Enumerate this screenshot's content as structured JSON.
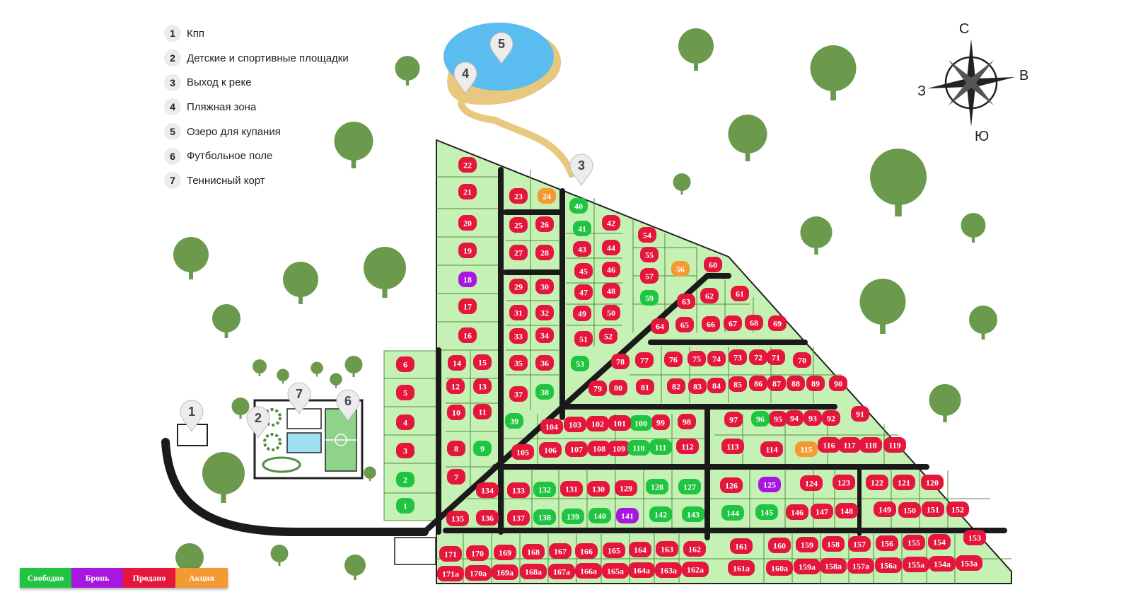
{
  "legend": [
    {
      "num": "1",
      "text": "Кпп"
    },
    {
      "num": "2",
      "text": "Детские и спортивные площадки"
    },
    {
      "num": "3",
      "text": "Выход к реке"
    },
    {
      "num": "4",
      "text": "Пляжная зона"
    },
    {
      "num": "5",
      "text": "Озеро для купания"
    },
    {
      "num": "6",
      "text": "Футбольное поле"
    },
    {
      "num": "7",
      "text": "Теннисный корт"
    }
  ],
  "compass": {
    "n": "С",
    "e": "В",
    "s": "Ю",
    "w": "З"
  },
  "status_bar": {
    "free": {
      "label": "Свободно",
      "color": "#1fc441"
    },
    "reserved": {
      "label": "Бронь",
      "color": "#a916e0"
    },
    "sold": {
      "label": "Продано",
      "color": "#e4163c"
    },
    "promo": {
      "label": "Акция",
      "color": "#f49a32"
    }
  },
  "colors": {
    "plot_fill": "#c6f1b4",
    "plot_border": "#4f8f40",
    "road": "#1a1a1a",
    "lake": "#5bbcf0",
    "beach": "#e8c77e",
    "tree": "#6b9a4c"
  },
  "plots": [
    {
      "id": "22",
      "status": "sold"
    },
    {
      "id": "21",
      "status": "sold"
    },
    {
      "id": "20",
      "status": "sold"
    },
    {
      "id": "19",
      "status": "sold"
    },
    {
      "id": "18",
      "status": "reserved"
    },
    {
      "id": "17",
      "status": "sold"
    },
    {
      "id": "16",
      "status": "sold"
    },
    {
      "id": "14",
      "status": "sold"
    },
    {
      "id": "15",
      "status": "sold"
    },
    {
      "id": "12",
      "status": "sold"
    },
    {
      "id": "13",
      "status": "sold"
    },
    {
      "id": "10",
      "status": "sold"
    },
    {
      "id": "11",
      "status": "sold"
    },
    {
      "id": "8",
      "status": "sold"
    },
    {
      "id": "9",
      "status": "free"
    },
    {
      "id": "7",
      "status": "sold"
    },
    {
      "id": "6",
      "status": "sold"
    },
    {
      "id": "5",
      "status": "sold"
    },
    {
      "id": "4",
      "status": "sold"
    },
    {
      "id": "3",
      "status": "sold"
    },
    {
      "id": "2",
      "status": "free"
    },
    {
      "id": "1",
      "status": "free"
    },
    {
      "id": "23",
      "status": "sold"
    },
    {
      "id": "24",
      "status": "promo"
    },
    {
      "id": "25",
      "status": "sold"
    },
    {
      "id": "26",
      "status": "sold"
    },
    {
      "id": "27",
      "status": "sold"
    },
    {
      "id": "28",
      "status": "sold"
    },
    {
      "id": "29",
      "status": "sold"
    },
    {
      "id": "30",
      "status": "sold"
    },
    {
      "id": "31",
      "status": "sold"
    },
    {
      "id": "32",
      "status": "sold"
    },
    {
      "id": "33",
      "status": "sold"
    },
    {
      "id": "34",
      "status": "sold"
    },
    {
      "id": "35",
      "status": "sold"
    },
    {
      "id": "36",
      "status": "sold"
    },
    {
      "id": "37",
      "status": "sold"
    },
    {
      "id": "38",
      "status": "free"
    },
    {
      "id": "39",
      "status": "free"
    },
    {
      "id": "40",
      "status": "free"
    },
    {
      "id": "41",
      "status": "free"
    },
    {
      "id": "42",
      "status": "sold"
    },
    {
      "id": "43",
      "status": "sold"
    },
    {
      "id": "44",
      "status": "sold"
    },
    {
      "id": "45",
      "status": "sold"
    },
    {
      "id": "46",
      "status": "sold"
    },
    {
      "id": "47",
      "status": "sold"
    },
    {
      "id": "48",
      "status": "sold"
    },
    {
      "id": "49",
      "status": "sold"
    },
    {
      "id": "50",
      "status": "sold"
    },
    {
      "id": "51",
      "status": "sold"
    },
    {
      "id": "52",
      "status": "sold"
    },
    {
      "id": "53",
      "status": "free"
    },
    {
      "id": "54",
      "status": "sold"
    },
    {
      "id": "55",
      "status": "sold"
    },
    {
      "id": "56",
      "status": "promo"
    },
    {
      "id": "57",
      "status": "sold"
    },
    {
      "id": "59",
      "status": "free"
    },
    {
      "id": "60",
      "status": "sold"
    },
    {
      "id": "61",
      "status": "sold"
    },
    {
      "id": "62",
      "status": "sold"
    },
    {
      "id": "63",
      "status": "sold"
    },
    {
      "id": "64",
      "status": "sold"
    },
    {
      "id": "65",
      "status": "sold"
    },
    {
      "id": "66",
      "status": "sold"
    },
    {
      "id": "67",
      "status": "sold"
    },
    {
      "id": "68",
      "status": "sold"
    },
    {
      "id": "69",
      "status": "sold"
    },
    {
      "id": "70",
      "status": "sold"
    },
    {
      "id": "71",
      "status": "sold"
    },
    {
      "id": "72",
      "status": "sold"
    },
    {
      "id": "73",
      "status": "sold"
    },
    {
      "id": "74",
      "status": "sold"
    },
    {
      "id": "75",
      "status": "sold"
    },
    {
      "id": "76",
      "status": "sold"
    },
    {
      "id": "77",
      "status": "sold"
    },
    {
      "id": "78",
      "status": "sold"
    },
    {
      "id": "79",
      "status": "sold"
    },
    {
      "id": "80",
      "status": "sold"
    },
    {
      "id": "81",
      "status": "sold"
    },
    {
      "id": "82",
      "status": "sold"
    },
    {
      "id": "83",
      "status": "sold"
    },
    {
      "id": "84",
      "status": "sold"
    },
    {
      "id": "85",
      "status": "sold"
    },
    {
      "id": "86",
      "status": "sold"
    },
    {
      "id": "87",
      "status": "sold"
    },
    {
      "id": "88",
      "status": "sold"
    },
    {
      "id": "89",
      "status": "sold"
    },
    {
      "id": "90",
      "status": "sold"
    },
    {
      "id": "91",
      "status": "sold"
    },
    {
      "id": "92",
      "status": "sold"
    },
    {
      "id": "93",
      "status": "sold"
    },
    {
      "id": "94",
      "status": "sold"
    },
    {
      "id": "95",
      "status": "sold"
    },
    {
      "id": "96",
      "status": "free"
    },
    {
      "id": "97",
      "status": "sold"
    },
    {
      "id": "98",
      "status": "sold"
    },
    {
      "id": "99",
      "status": "sold"
    },
    {
      "id": "100",
      "status": "free"
    },
    {
      "id": "101",
      "status": "sold"
    },
    {
      "id": "102",
      "status": "sold"
    },
    {
      "id": "103",
      "status": "sold"
    },
    {
      "id": "104",
      "status": "sold"
    },
    {
      "id": "105",
      "status": "sold"
    },
    {
      "id": "106",
      "status": "sold"
    },
    {
      "id": "107",
      "status": "sold"
    },
    {
      "id": "108",
      "status": "sold"
    },
    {
      "id": "109",
      "status": "sold"
    },
    {
      "id": "110",
      "status": "free"
    },
    {
      "id": "111",
      "status": "free"
    },
    {
      "id": "112",
      "status": "sold"
    },
    {
      "id": "113",
      "status": "sold"
    },
    {
      "id": "114",
      "status": "sold"
    },
    {
      "id": "115",
      "status": "promo"
    },
    {
      "id": "116",
      "status": "sold"
    },
    {
      "id": "117",
      "status": "sold"
    },
    {
      "id": "118",
      "status": "sold"
    },
    {
      "id": "119",
      "status": "sold"
    },
    {
      "id": "120",
      "status": "sold"
    },
    {
      "id": "121",
      "status": "sold"
    },
    {
      "id": "122",
      "status": "sold"
    },
    {
      "id": "123",
      "status": "sold"
    },
    {
      "id": "124",
      "status": "sold"
    },
    {
      "id": "125",
      "status": "reserved"
    },
    {
      "id": "126",
      "status": "sold"
    },
    {
      "id": "127",
      "status": "free"
    },
    {
      "id": "128",
      "status": "free"
    },
    {
      "id": "129",
      "status": "sold"
    },
    {
      "id": "130",
      "status": "sold"
    },
    {
      "id": "131",
      "status": "sold"
    },
    {
      "id": "132",
      "status": "free"
    },
    {
      "id": "133",
      "status": "sold"
    },
    {
      "id": "134",
      "status": "sold"
    },
    {
      "id": "135",
      "status": "sold"
    },
    {
      "id": "136",
      "status": "sold"
    },
    {
      "id": "137",
      "status": "sold"
    },
    {
      "id": "138",
      "status": "free"
    },
    {
      "id": "139",
      "status": "free"
    },
    {
      "id": "140",
      "status": "free"
    },
    {
      "id": "141",
      "status": "reserved"
    },
    {
      "id": "142",
      "status": "free"
    },
    {
      "id": "143",
      "status": "free"
    },
    {
      "id": "144",
      "status": "free"
    },
    {
      "id": "145",
      "status": "free"
    },
    {
      "id": "146",
      "status": "sold"
    },
    {
      "id": "147",
      "status": "sold"
    },
    {
      "id": "148",
      "status": "sold"
    },
    {
      "id": "149",
      "status": "sold"
    },
    {
      "id": "150",
      "status": "sold"
    },
    {
      "id": "151",
      "status": "sold"
    },
    {
      "id": "152",
      "status": "sold"
    },
    {
      "id": "153",
      "status": "sold"
    },
    {
      "id": "154",
      "status": "sold"
    },
    {
      "id": "155",
      "status": "sold"
    },
    {
      "id": "156",
      "status": "sold"
    },
    {
      "id": "157",
      "status": "sold"
    },
    {
      "id": "158",
      "status": "sold"
    },
    {
      "id": "159",
      "status": "sold"
    },
    {
      "id": "160",
      "status": "sold"
    },
    {
      "id": "161",
      "status": "sold"
    },
    {
      "id": "162",
      "status": "sold"
    },
    {
      "id": "163",
      "status": "sold"
    },
    {
      "id": "164",
      "status": "sold"
    },
    {
      "id": "165",
      "status": "sold"
    },
    {
      "id": "166",
      "status": "sold"
    },
    {
      "id": "167",
      "status": "sold"
    },
    {
      "id": "168",
      "status": "sold"
    },
    {
      "id": "169",
      "status": "sold"
    },
    {
      "id": "170",
      "status": "sold"
    },
    {
      "id": "171",
      "status": "sold"
    },
    {
      "id": "171a",
      "status": "sold"
    },
    {
      "id": "170a",
      "status": "sold"
    },
    {
      "id": "169a",
      "status": "sold"
    },
    {
      "id": "168a",
      "status": "sold"
    },
    {
      "id": "167a",
      "status": "sold"
    },
    {
      "id": "166a",
      "status": "sold"
    },
    {
      "id": "165a",
      "status": "sold"
    },
    {
      "id": "164a",
      "status": "sold"
    },
    {
      "id": "163a",
      "status": "sold"
    },
    {
      "id": "162a",
      "status": "sold"
    },
    {
      "id": "161a",
      "status": "sold"
    },
    {
      "id": "160a",
      "status": "sold"
    },
    {
      "id": "159a",
      "status": "sold"
    },
    {
      "id": "158a",
      "status": "sold"
    },
    {
      "id": "157a",
      "status": "sold"
    },
    {
      "id": "156a",
      "status": "sold"
    },
    {
      "id": "155a",
      "status": "sold"
    },
    {
      "id": "154a",
      "status": "sold"
    },
    {
      "id": "153a",
      "status": "sold"
    }
  ]
}
